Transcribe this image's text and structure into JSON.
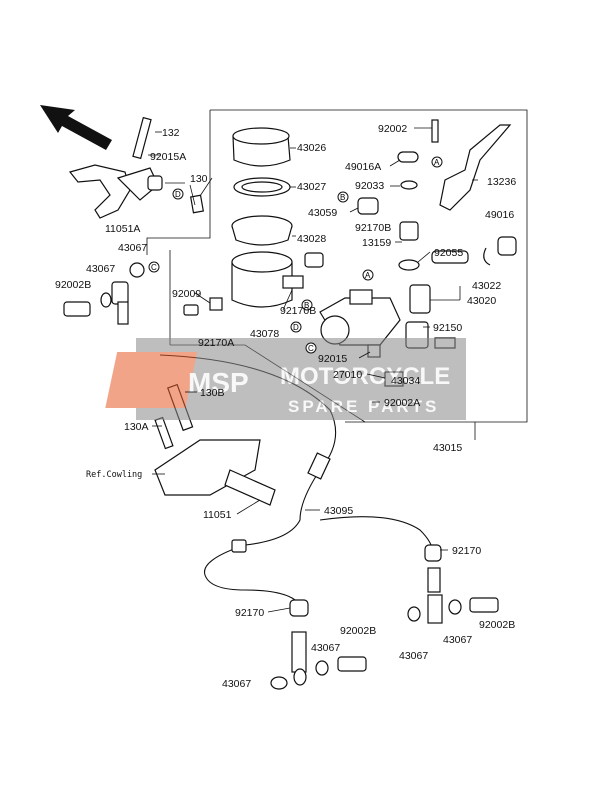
{
  "labels": {
    "p132": "132",
    "p92015A": "92015A",
    "p130": "130",
    "p11051A": "11051A",
    "p43026": "43026",
    "p43027": "43027",
    "p43028": "43028",
    "p92002_top": "92002",
    "p49016A": "49016A",
    "p92033": "92033",
    "p13236": "13236",
    "p43059": "43059",
    "p92170B_top": "92170B",
    "p13159": "13159",
    "p49016": "49016",
    "p92055": "92055",
    "p43022": "43022",
    "p43020": "43020",
    "p43067_a": "43067",
    "p43067_b": "43067",
    "p92002B_a": "92002B",
    "p92009": "92009",
    "p92170B_mid": "92170B",
    "p43078": "43078",
    "p92170A": "92170A",
    "p92150": "92150",
    "p92015": "92015",
    "p27010": "27010",
    "p43034": "43034",
    "p92002A": "92002A",
    "p130B": "130B",
    "p130A": "130A",
    "p43015": "43015",
    "p_ref_cowling": "Ref.Cowling",
    "p11051": "11051",
    "p43095": "43095",
    "p92170_r": "92170",
    "p92170_l": "92170",
    "p92002B_b": "92002B",
    "p43067_c": "43067",
    "p43067_d": "43067",
    "p43067_e": "43067",
    "p92002B_c": "92002B",
    "p43067_f": "43067"
  },
  "callouts": {
    "a1": "A",
    "a2": "A",
    "b1": "B",
    "b2": "B",
    "c1": "C",
    "c2": "C",
    "d1": "D",
    "d2": "D"
  },
  "watermark": {
    "line1": "MOTORCYCLE",
    "line2": "SPARE PARTS",
    "logo": "MSP"
  }
}
